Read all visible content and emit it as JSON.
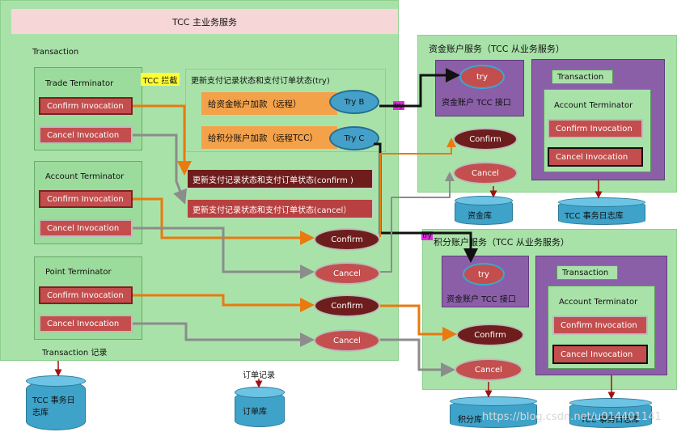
{
  "main": {
    "title": "TCC 主业务服务",
    "transaction_label": "Transaction",
    "tcc_intercept": "TCC 拦截",
    "update_try_label": "更新支付记录状态和支付订单状态(try)",
    "remote_fund": "给资金帐户加款（远程）",
    "remote_points": "给积分账户加款（远程TCC）",
    "try_b": "Try B",
    "try_c": "Try C",
    "update_confirm": "更新支付记录状态和支付订单状态(confirm )",
    "update_cancel": "更新支付记录状态和支付订单状态(cancel）",
    "tx_log_label": "Transaction 记录",
    "order_log_label": "订单记录"
  },
  "terminators": [
    {
      "name": "Trade Terminator",
      "confirm": "Confirm Invocation",
      "cancel": "Cancel Invocation"
    },
    {
      "name": "Account Terminator",
      "confirm": "Confirm Invocation",
      "cancel": "Cancel Invocation"
    },
    {
      "name": "Point Terminator",
      "confirm": "Confirm Invocation",
      "cancel": "Cancel Invocation"
    }
  ],
  "main_nodes": {
    "confirm1": "Confirm",
    "cancel1": "Cancel",
    "confirm2": "Confirm",
    "cancel2": "Cancel"
  },
  "fund_service": {
    "title": "资金账户服务（TCC 从业务服务）",
    "try": "try",
    "interface": "资金账户 TCC 接口",
    "confirm": "Confirm",
    "cancel": "Cancel",
    "transaction": "Transaction",
    "terminator": "Account Terminator",
    "confirm_inv": "Confirm Invocation",
    "cancel_inv": "Cancel Invocation",
    "db": "资金库",
    "log_db": "TCC 事务日志库",
    "try_tag": "try"
  },
  "points_service": {
    "title": "积分账户服务（TCC 从业务服务）",
    "try": "try",
    "interface": "资金账户 TCC 接口",
    "confirm": "Confirm",
    "cancel": "Cancel",
    "transaction": "Transaction",
    "terminator": "Account Terminator",
    "confirm_inv": "Confirm Invocation",
    "cancel_inv": "Cancel Invocation",
    "db": "积分库",
    "log_db": "TCC 事务日志库",
    "try_tag": "try"
  },
  "databases": {
    "tcc_log": "TCC 事务日志库",
    "order_db": "订单库"
  },
  "watermark": "https://blog.csdn.net/u014401141",
  "colors": {
    "panel_green": "#a9e2a9",
    "title_pink": "#f6d6d6",
    "invocation_red": "#c44e4e",
    "dark_red": "#6e1c1c",
    "orange": "#f4a24a",
    "purple": "#8a5fa8",
    "db_blue": "#3fa2c8",
    "confirm_arrow": "#e87a10",
    "cancel_arrow": "#8c8c8c"
  }
}
